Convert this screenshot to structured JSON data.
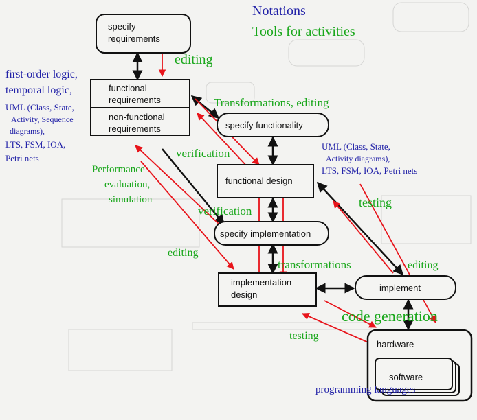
{
  "header": {
    "notations": "Notations",
    "tools": "Tools for activities"
  },
  "nodes": {
    "specify_requirements": [
      "specify",
      "requirements"
    ],
    "functional_requirements": [
      "functional",
      "requirements"
    ],
    "non_functional_requirements": [
      "non-functional",
      "requirements"
    ],
    "specify_functionality": "specify functionality",
    "functional_design": "functional design",
    "specify_implementation": "specify implementation",
    "implementation_design": [
      "implementation",
      "design"
    ],
    "implement": "implement",
    "hardware": "hardware",
    "software": "software"
  },
  "annotations": {
    "editing_top": "editing",
    "transformations_editing": "Transformations,  editing",
    "verification_1": "verification",
    "verification_2": "verification",
    "performance": [
      "Performance",
      "evaluation,",
      "simulation"
    ],
    "editing_mid": "editing",
    "transformations": "transformations",
    "testing_right": "testing",
    "editing_right": "editing",
    "code_generation": "code generation",
    "testing_bottom": "testing",
    "programming_languages": "programming languages"
  },
  "notations_left": {
    "logic_1": "first-order logic,",
    "logic_2": "temporal logic,",
    "uml_lines": [
      "UML (Class, State,",
      "Activity, Sequence",
      "diagrams),",
      "LTS, FSM, IOA,",
      "Petri nets"
    ]
  },
  "notations_right": {
    "uml_lines": [
      "UML (Class, State,",
      "Activity diagrams),",
      "LTS, FSM, IOA, Petri nets"
    ]
  },
  "colors": {
    "green": "#19a71b",
    "blue": "#2222a8",
    "red": "#e8141b",
    "box_fill": "#f4f4f2",
    "stroke": "#111111"
  }
}
